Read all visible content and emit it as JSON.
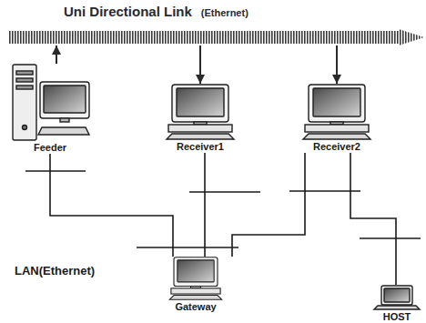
{
  "diagram": {
    "nodes": [
      {
        "text": [
          "Uni Directional Link",
          "(Ethernet)"
        ]
      },
      {
        "text": [
          "Feeder"
        ]
      },
      {
        "text": [
          "Receiver1"
        ]
      },
      {
        "text": [
          "Receiver2"
        ]
      },
      {
        "text": [
          "Gateway"
        ]
      },
      {
        "text": [
          "HOST"
        ]
      }
    ],
    "edges": [
      {
        "from": 1,
        "to": 0,
        "arrow": "to"
      },
      {
        "from": 0,
        "to": 2,
        "arrow": "to"
      },
      {
        "from": 0,
        "to": 3,
        "arrow": "to"
      },
      {
        "from": 1,
        "to": 4,
        "arrow": "none"
      },
      {
        "from": 2,
        "to": 4,
        "arrow": "none"
      },
      {
        "from": 3,
        "to": 4,
        "arrow": "none"
      },
      {
        "from": 3,
        "to": 5,
        "arrow": "none"
      }
    ],
    "labels": [
      "LAN(Ethernet)"
    ]
  }
}
